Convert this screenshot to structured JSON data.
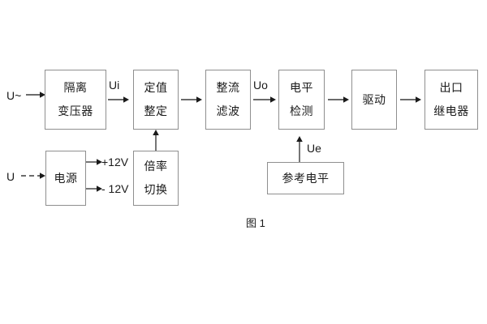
{
  "diagram": {
    "caption": "图 1",
    "blocks": [
      {
        "id": "isolation-transformer",
        "lines": [
          "隔离",
          "变压器"
        ]
      },
      {
        "id": "setting-value",
        "lines": [
          "定值",
          "整定"
        ]
      },
      {
        "id": "rectify-filter",
        "lines": [
          "整流",
          "滤波"
        ]
      },
      {
        "id": "level-detection",
        "lines": [
          "电平",
          "检测"
        ]
      },
      {
        "id": "drive",
        "lines": [
          "驱动"
        ]
      },
      {
        "id": "output-relay",
        "lines": [
          "出口",
          "继电器"
        ]
      },
      {
        "id": "power-supply",
        "lines": [
          "电源"
        ]
      },
      {
        "id": "multiplier-switch",
        "lines": [
          "倍率",
          "切换"
        ]
      },
      {
        "id": "reference-level",
        "lines": [
          "参考电平"
        ]
      }
    ],
    "labels": {
      "input_ac": "U~",
      "input_dc": "U",
      "ui": "Ui",
      "uo": "Uo",
      "ue": "Ue",
      "rail_positive": "+12V",
      "rail_negative": "- 12V"
    }
  }
}
